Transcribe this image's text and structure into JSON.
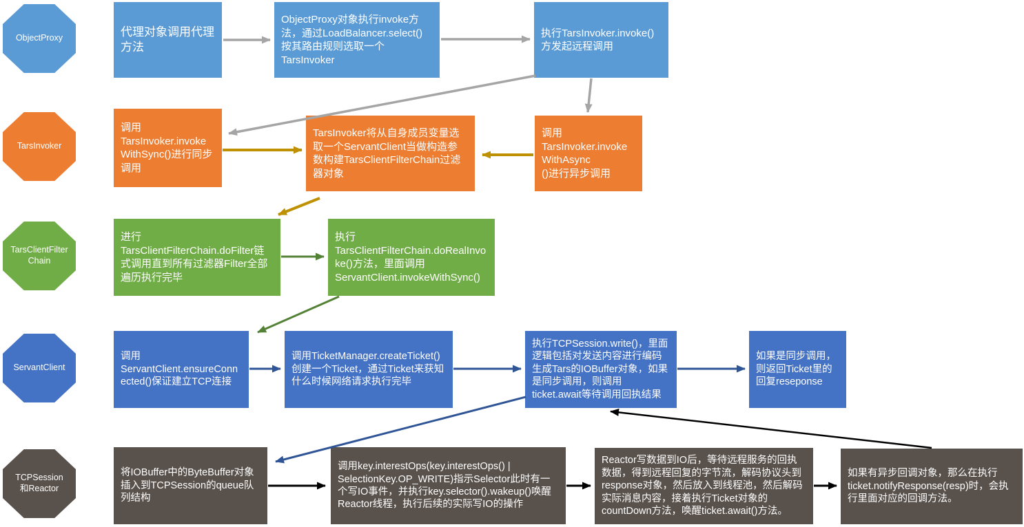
{
  "palette": {
    "lane1_blue": "#5B9BD5",
    "lane2_orange": "#ED7D31",
    "lane3_green": "#70AD47",
    "lane4_blue": "#4472C4",
    "lane5_brown": "#59514B",
    "arrow_gray": "#A5A5A5",
    "arrow_gold": "#BF9000",
    "arrow_green": "#538135",
    "arrow_blue": "#2F5597",
    "arrow_black": "#000000",
    "text": "#FFFFFF"
  },
  "lanes": [
    {
      "label": "ObjectProxy"
    },
    {
      "label": "TarsInvoker"
    },
    {
      "label": "TarsClientFilter\nChain"
    },
    {
      "label": "ServantClient"
    },
    {
      "label": "TCPSession\n和Reactor"
    }
  ],
  "steps": {
    "r1b1": {
      "text": "代理对象调用代理方法"
    },
    "r1b2": {
      "text": "ObjectProxy对象执行invoke方法，通过LoadBalancer.select()按其路由规则选取一个TarsInvoker"
    },
    "r1b3": {
      "text": "执行TarsInvoker.invoke()方发起远程调用"
    },
    "r2b1": {
      "text": "调用TarsInvoker.invokeWithSync()进行同步调用"
    },
    "r2b2": {
      "text": "TarsInvoker将从自身成员变量选取一个ServantClient当做构造参数构建TarsClientFilterChain过滤器对象"
    },
    "r2b3": {
      "text": "调用TarsInvoker.invokeWithAsync\n()进行异步调用"
    },
    "r3b1": {
      "text": "进行TarsClientFilterChain.doFilter链式调用直到所有过滤器Filter全部遍历执行完毕"
    },
    "r3b2": {
      "text": "执行TarsClientFilterChain.doRealInvoke()方法，里面调用ServantClient.invokeWithSync()"
    },
    "r4b1": {
      "text": "调用ServantClient.ensureConnected()保证建立TCP连接"
    },
    "r4b2": {
      "text": "调用TicketManager.createTicket()创建一个Ticket，通过Ticket来获知什么时候网络请求执行完毕"
    },
    "r4b3": {
      "text": "执行TCPSession.write()，里面逻辑包括对发送内容进行编码生成Tars的IOBuffer对象，如果是同步调用，则调用ticket.await等待调用回执结果"
    },
    "r4b4": {
      "text": "如果是同步调用，则返回Ticket里的回复reseponse"
    },
    "r5b1": {
      "text": "将IOBuffer中的ByteBuffer对象插入到TCPSession的queue队列结构"
    },
    "r5b2": {
      "text": "调用key.interestOps(key.interestOps() | SelectionKey.OP_WRITE)指示Selector此时有一个写IO事件，并执行key.selector().wakeup()唤醒Reactor线程，执行后续的实际写IO的操作"
    },
    "r5b3": {
      "text": "Reactor写数据到IO后，等待远程服务的回执数据，得到远程回复的字节流，解码协议头到response对象，然后放入到线程池，然后解码实际消息内容，接着执行Ticket对象的countDown方法，唤醒ticket.await()方法。"
    },
    "r5b4": {
      "text": "如果有异步回调对象，那么在执行ticket.notifyResponse(resp)时，会执行里面对应的回调方法。"
    }
  },
  "arrows": [
    {
      "from": "r1b1",
      "to": "r1b2",
      "color": "#A5A5A5"
    },
    {
      "from": "r1b2",
      "to": "r1b3",
      "color": "#A5A5A5"
    },
    {
      "from": "r1b3",
      "to": "r2b1",
      "color": "#A5A5A5"
    },
    {
      "from": "r1b3",
      "to": "r2b3",
      "color": "#A5A5A5"
    },
    {
      "from": "r2b1",
      "to": "r2b2",
      "color": "#BF9000"
    },
    {
      "from": "r2b3",
      "to": "r2b2",
      "color": "#BF9000"
    },
    {
      "from": "r2b2",
      "to": "r3b1",
      "color": "#BF9000"
    },
    {
      "from": "r3b1",
      "to": "r3b2",
      "color": "#538135"
    },
    {
      "from": "r3b2",
      "to": "r4b1",
      "color": "#538135"
    },
    {
      "from": "r4b1",
      "to": "r4b2",
      "color": "#2F5597"
    },
    {
      "from": "r4b2",
      "to": "r4b3",
      "color": "#2F5597"
    },
    {
      "from": "r4b3",
      "to": "r4b4",
      "color": "#2F5597"
    },
    {
      "from": "r4b3",
      "to": "r5b1",
      "color": "#2F5597"
    },
    {
      "from": "r5b4",
      "to": "r4b3",
      "color": "#000000"
    },
    {
      "from": "r5b1",
      "to": "r5b2",
      "color": "#000000"
    },
    {
      "from": "r5b2",
      "to": "r5b3",
      "color": "#000000"
    },
    {
      "from": "r5b3",
      "to": "r5b4",
      "color": "#000000"
    }
  ]
}
